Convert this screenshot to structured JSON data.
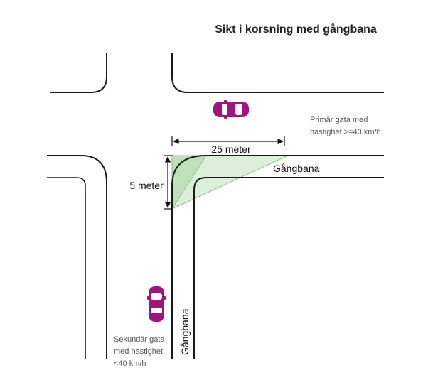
{
  "title": "Sikt i korsning med gångbana",
  "dimension_horizontal": "25 meter",
  "dimension_vertical": "5 meter",
  "sidewalk_horizontal_label": "Gångbana",
  "sidewalk_vertical_label": "Gångbana",
  "primary_street_lines": [
    "Primär gata med",
    "hastighet >=40 km/h"
  ],
  "secondary_street_lines": [
    "Sekundär gata",
    "med hastighet",
    "<40 km/h"
  ],
  "colors": {
    "car": "#a0147e",
    "sight_triangle_light": "#dcefd8",
    "sight_triangle_medium": "#bfe0bb",
    "sight_triangle_stroke": "#8dbf88",
    "road_line": "#1a1a1a"
  },
  "icons": [
    "car-icon",
    "car-icon"
  ]
}
